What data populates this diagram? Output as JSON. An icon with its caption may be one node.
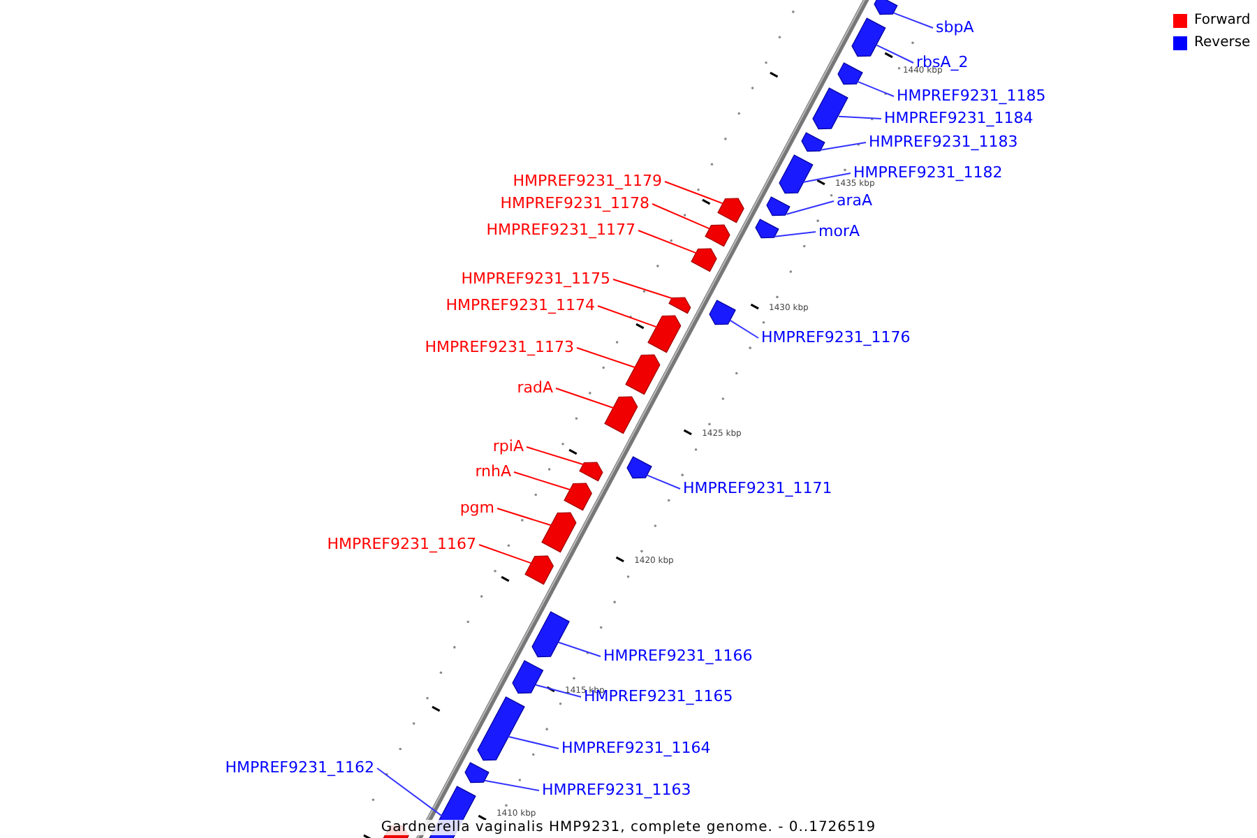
{
  "diagram": {
    "caption": "Gardnerella vaginalis HMP9231, complete genome. - 0..1726519",
    "nodes": [
      {
        "text": [
          "sbpA"
        ]
      },
      {
        "text": [],
        "shape": "box"
      },
      {
        "text": [
          "rbsA_2"
        ]
      },
      {
        "text": [],
        "shape": "box"
      },
      {
        "text": [
          "HMPREF9231_1185"
        ]
      },
      {
        "text": [],
        "shape": "box"
      },
      {
        "text": [
          "HMPREF9231_1184"
        ]
      },
      {
        "text": [],
        "shape": "box"
      },
      {
        "text": [
          "HMPREF9231_1183"
        ]
      },
      {
        "text": [],
        "shape": "box"
      },
      {
        "text": [
          "HMPREF9231_1182"
        ]
      },
      {
        "text": [],
        "shape": "box"
      },
      {
        "text": [
          "HMPREF9231_1179"
        ]
      },
      {
        "text": [],
        "shape": "box"
      },
      {
        "text": [
          "araA"
        ]
      },
      {
        "text": [],
        "shape": "box"
      },
      {
        "text": [
          "HMPREF9231_1178"
        ]
      },
      {
        "text": [],
        "shape": "box"
      },
      {
        "text": [
          "HMPREF9231_1177"
        ]
      },
      {
        "text": [],
        "shape": "box"
      },
      {
        "text": [
          "morA"
        ]
      },
      {
        "text": [],
        "shape": "box"
      },
      {
        "text": [
          "HMPREF9231_1175"
        ]
      },
      {
        "text": [],
        "shape": "box"
      },
      {
        "text": [
          "HMPREF9231_1174"
        ]
      },
      {
        "text": [],
        "shape": "box"
      },
      {
        "text": [
          "HMPREF9231_1176"
        ]
      },
      {
        "text": [],
        "shape": "box"
      },
      {
        "text": [
          "HMPREF9231_1173"
        ]
      },
      {
        "text": [],
        "shape": "box"
      },
      {
        "text": [
          "radA"
        ]
      },
      {
        "text": [],
        "shape": "box"
      },
      {
        "text": [
          "rpiA"
        ]
      },
      {
        "text": [],
        "shape": "box"
      },
      {
        "text": [
          "rnhA"
        ]
      },
      {
        "text": [],
        "shape": "box"
      },
      {
        "text": [
          "HMPREF9231_1171"
        ]
      },
      {
        "text": [],
        "shape": "box"
      },
      {
        "text": [
          "pgm"
        ]
      },
      {
        "text": [],
        "shape": "box"
      },
      {
        "text": [
          "HMPREF9231_1167"
        ]
      },
      {
        "text": [],
        "shape": "box"
      },
      {
        "text": [
          "HMPREF9231_1166"
        ]
      },
      {
        "text": [],
        "shape": "box"
      },
      {
        "text": [
          "HMPREF9231_1165"
        ]
      },
      {
        "text": [],
        "shape": "box"
      },
      {
        "text": [
          "HMPREF9231_1164"
        ]
      },
      {
        "text": [],
        "shape": "box"
      },
      {
        "text": [
          "HMPREF9231_1162"
        ]
      },
      {
        "text": [],
        "shape": "box"
      },
      {
        "text": [
          "HMPREF9231_1163"
        ]
      },
      {
        "text": [],
        "shape": "box"
      },
      {
        "text": [],
        "shape": "box"
      }
    ],
    "edges": [
      {
        "from": 0,
        "to": 1,
        "arrow": "none"
      },
      {
        "from": 2,
        "to": 3,
        "arrow": "none"
      },
      {
        "from": 4,
        "to": 5,
        "arrow": "none"
      },
      {
        "from": 6,
        "to": 7,
        "arrow": "none"
      },
      {
        "from": 8,
        "to": 9,
        "arrow": "none"
      },
      {
        "from": 10,
        "to": 11,
        "arrow": "none"
      },
      {
        "from": 12,
        "to": 13,
        "arrow": "none",
        "color": "#ff0000"
      },
      {
        "from": 14,
        "to": 15,
        "arrow": "none"
      },
      {
        "from": 16,
        "to": 17,
        "arrow": "none",
        "color": "#ff0000"
      },
      {
        "from": 18,
        "to": 19,
        "arrow": "none",
        "color": "#ff0000"
      },
      {
        "from": 20,
        "to": 21,
        "arrow": "none"
      },
      {
        "from": 22,
        "to": 23,
        "arrow": "none",
        "color": "#ff0000"
      },
      {
        "from": 24,
        "to": 25,
        "arrow": "none",
        "color": "#ff0000"
      },
      {
        "from": 26,
        "to": 27,
        "arrow": "none"
      },
      {
        "from": 28,
        "to": 29,
        "arrow": "none",
        "color": "#ff0000"
      },
      {
        "from": 30,
        "to": 31,
        "arrow": "none",
        "color": "#ff0000"
      },
      {
        "from": 32,
        "to": 33,
        "arrow": "none",
        "color": "#ff0000"
      },
      {
        "from": 34,
        "to": 35,
        "arrow": "none",
        "color": "#ff0000"
      },
      {
        "from": 36,
        "to": 37,
        "arrow": "none"
      },
      {
        "from": 38,
        "to": 39,
        "arrow": "none",
        "color": "#ff0000"
      },
      {
        "from": 40,
        "to": 41,
        "arrow": "none",
        "color": "#ff0000"
      },
      {
        "from": 42,
        "to": 43,
        "arrow": "none"
      },
      {
        "from": 44,
        "to": 45,
        "arrow": "none"
      },
      {
        "from": 46,
        "to": 47,
        "arrow": "none"
      },
      {
        "from": 48,
        "to": 49,
        "arrow": "none"
      },
      {
        "from": 50,
        "to": 51,
        "arrow": "none"
      }
    ],
    "labels": [
      "1440 kbp",
      "1435 kbp",
      "1430 kbp",
      "1425 kbp",
      "1420 kbp",
      "1415 kbp",
      "1410 kbp"
    ],
    "legend": [
      {
        "text": "Forward",
        "color": "#ff0000"
      },
      {
        "text": "Reverse",
        "color": "#0000ff"
      }
    ]
  }
}
